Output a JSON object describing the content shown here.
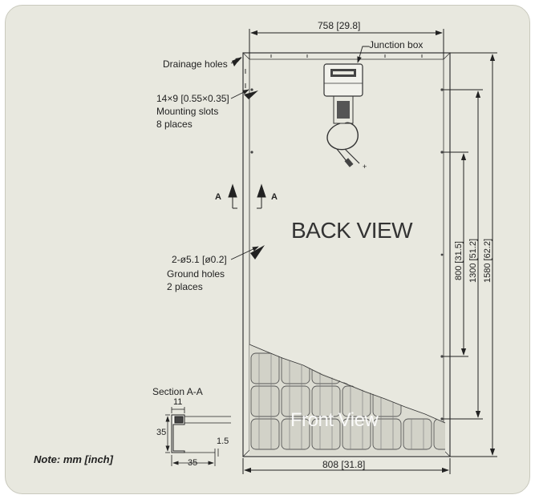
{
  "labels": {
    "width_top": "758 [29.8]",
    "width_bottom": "808 [31.8]",
    "junction_box": "Junction box",
    "drainage_holes": "Drainage holes",
    "slot_size": "14×9 [0.55×0.35]",
    "mounting_slots": "Mounting slots",
    "slot_count": "8 places",
    "ground_size": "2-ø5.1 [ø0.2]",
    "ground_holes": "Ground holes",
    "ground_count": "2 places",
    "back_view": "BACK VIEW",
    "front_view": "Front View",
    "section": "Section A-A",
    "section_a_left": "A",
    "section_a_right": "A",
    "dim_800": "800 [31.5]",
    "dim_1300": "1300 [51.2]",
    "dim_1580": "1580 [62.2]",
    "sec_11": "11",
    "sec_35_h": "35",
    "sec_35_w": "35",
    "sec_1_5": "1.5",
    "note": "Note: mm [inch]"
  },
  "colors": {
    "background": "#e8e8df",
    "line": "#333333",
    "cell_fill": "#d6d6cc"
  }
}
